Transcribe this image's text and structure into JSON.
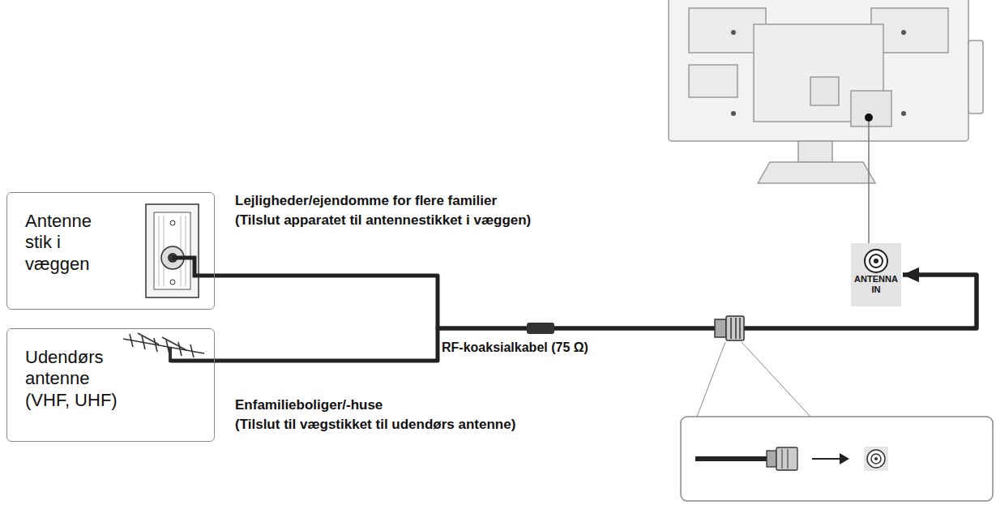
{
  "diagram": {
    "nodes": [
      {
        "text": [
          "Antenne stik i væggen"
        ]
      },
      {
        "text": [
          "Udendørs antenne (VHF, UHF)"
        ]
      },
      {
        "text": [
          "ANTENNA IN"
        ]
      }
    ],
    "edges": [
      {
        "from": 0,
        "to": 2,
        "arrow": "to"
      },
      {
        "from": 1,
        "to": 2,
        "arrow": "to"
      }
    ],
    "labels": [
      "Lejligheder/ejendomme for flere familier",
      "(Tilslut apparatet til antennestikket i væggen)",
      "RF-koaksialkabel (75 Ω)",
      "Enfamilieboliger/-huse",
      "(Tilslut til vægstikket til udendørs antenne)"
    ]
  }
}
